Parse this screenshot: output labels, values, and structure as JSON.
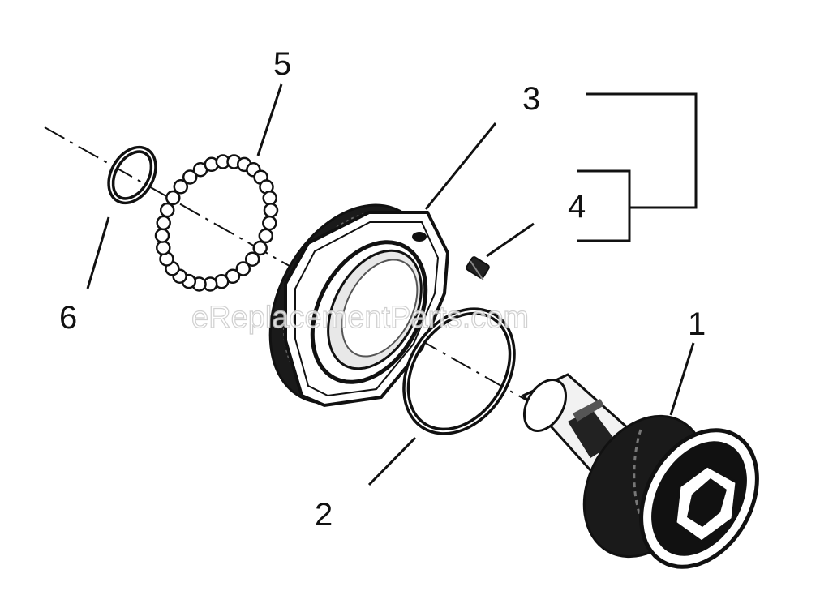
{
  "callouts": [
    {
      "id": "1",
      "label": "1"
    },
    {
      "id": "2",
      "label": "2"
    },
    {
      "id": "3",
      "label": "3"
    },
    {
      "id": "4",
      "label": "4"
    },
    {
      "id": "5",
      "label": "5"
    },
    {
      "id": "6",
      "label": "6"
    }
  ],
  "watermark": "eReplacementParts.com",
  "colors": {
    "ink": "#111111",
    "paper": "#ffffff",
    "watermark_outline": "#c8c8c8"
  }
}
